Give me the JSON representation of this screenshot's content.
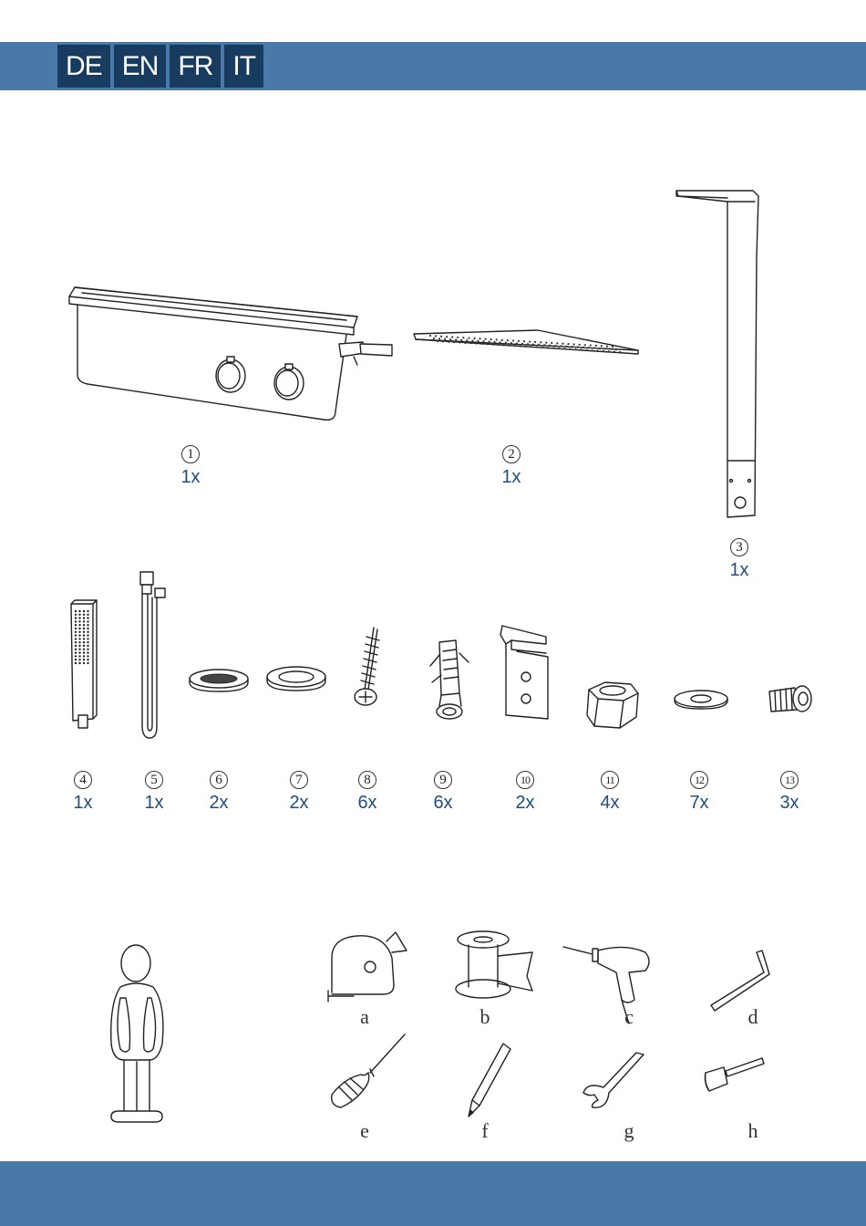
{
  "languages": [
    "DE",
    "EN",
    "FR",
    "IT"
  ],
  "parts": [
    {
      "num": "1",
      "qty": "1x"
    },
    {
      "num": "2",
      "qty": "1x"
    },
    {
      "num": "3",
      "qty": "1x"
    },
    {
      "num": "4",
      "qty": "1x"
    },
    {
      "num": "5",
      "qty": "1x"
    },
    {
      "num": "6",
      "qty": "2x"
    },
    {
      "num": "7",
      "qty": "2x"
    },
    {
      "num": "8",
      "qty": "6x"
    },
    {
      "num": "9",
      "qty": "6x"
    },
    {
      "num": "10",
      "qty": "2x"
    },
    {
      "num": "11",
      "qty": "4x"
    },
    {
      "num": "12",
      "qty": "7x"
    },
    {
      "num": "13",
      "qty": "3x"
    }
  ],
  "tools": [
    {
      "letter": "a",
      "icon": "tape-measure-icon"
    },
    {
      "letter": "b",
      "icon": "sealing-tape-icon"
    },
    {
      "letter": "c",
      "icon": "drill-icon"
    },
    {
      "letter": "d",
      "icon": "hex-key-icon"
    },
    {
      "letter": "e",
      "icon": "screwdriver-icon"
    },
    {
      "letter": "f",
      "icon": "pencil-icon"
    },
    {
      "letter": "g",
      "icon": "wrench-icon"
    },
    {
      "letter": "h",
      "icon": "hammer-icon"
    }
  ],
  "colors": {
    "bar": "#4a78a8",
    "tab": "#173c5f",
    "qty_text": "#1f4e80"
  }
}
